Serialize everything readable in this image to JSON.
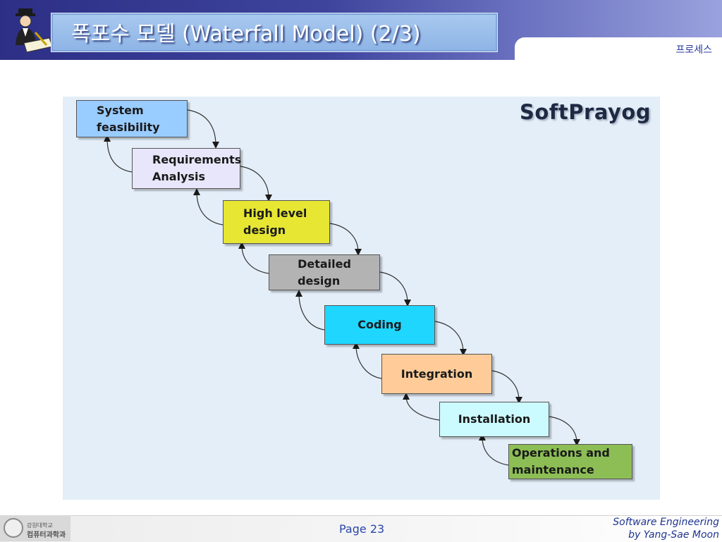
{
  "header": {
    "title": "폭포수 모델 (Waterfall Model) (2/3)",
    "section_label": "프로세스",
    "colors": {
      "band": "#2d2f86",
      "title_box": "#a9c9ef"
    }
  },
  "diagram": {
    "brand": "SoftPrayog",
    "stages": [
      {
        "label": "System\nfeasibility",
        "color": "#99ccff"
      },
      {
        "label": "Requirements\nAnalysis",
        "color": "#e8e6fa"
      },
      {
        "label": "High level\ndesign",
        "color": "#e6e633"
      },
      {
        "label": "Detailed\ndesign",
        "color": "#b3b3b3"
      },
      {
        "label": "Coding",
        "color": "#1fd6ff"
      },
      {
        "label": "Integration",
        "color": "#ffcc99"
      },
      {
        "label": "Installation",
        "color": "#ccfbff"
      },
      {
        "label": "Operations and\nmaintenance",
        "color": "#8cbe55"
      }
    ]
  },
  "footer": {
    "university": "강원대학교",
    "department": "컴퓨터과학과",
    "page": "Page 23",
    "course_line1": "Software Engineering",
    "course_line2": "by Yang-Sae Moon"
  }
}
